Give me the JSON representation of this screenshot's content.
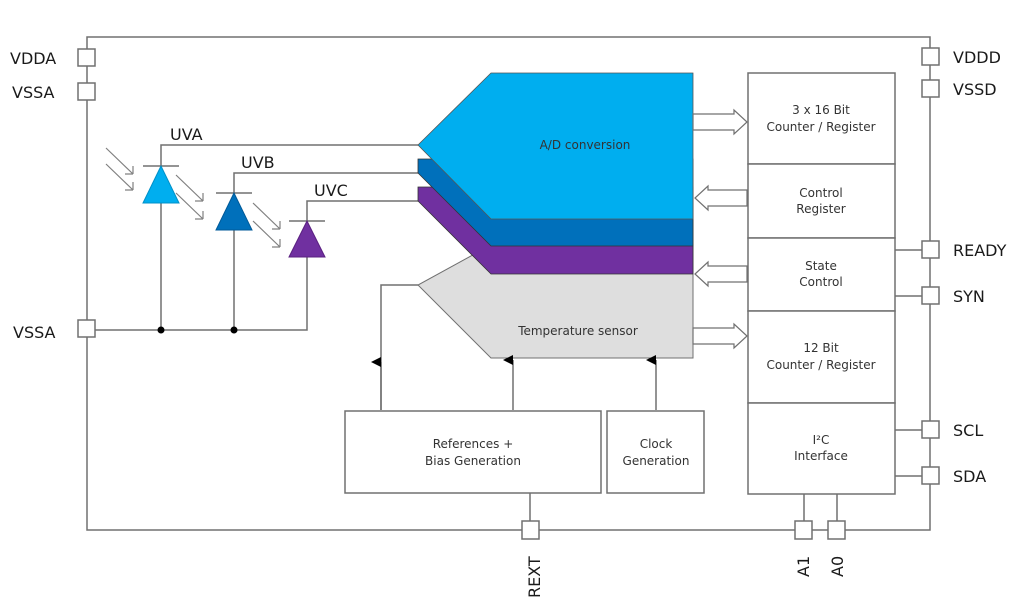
{
  "colors": {
    "uva": "#00aeef",
    "uvb": "#0070bb",
    "uvc": "#7030a0",
    "temperature": "#dedede",
    "outline": "#707070"
  },
  "pins": {
    "vdda": "VDDA",
    "vssa_top": "VSSA",
    "vssa_mid": "VSSA",
    "vddd": "VDDD",
    "vssd": "VSSD",
    "ready": "READY",
    "syn": "SYN",
    "scl": "SCL",
    "sda": "SDA",
    "rext": "REXT",
    "a1": "A1",
    "a0": "A0"
  },
  "signals": {
    "uva": "UVA",
    "uvb": "UVB",
    "uvc": "UVC"
  },
  "blocks": {
    "ad_conversion": "A/D conversion",
    "temperature_sensor": "Temperature sensor",
    "counter_3x16": [
      "3 x 16 Bit",
      "Counter / Register"
    ],
    "control_register": [
      "Control",
      "Register"
    ],
    "state_control": [
      "State",
      "Control"
    ],
    "counter_12": [
      "12 Bit",
      "Counter / Register"
    ],
    "i2c_interface": [
      "I²C",
      "Interface"
    ],
    "references_bias": [
      "References +",
      "Bias Generation"
    ],
    "clock_generation": [
      "Clock",
      "Generation"
    ]
  }
}
